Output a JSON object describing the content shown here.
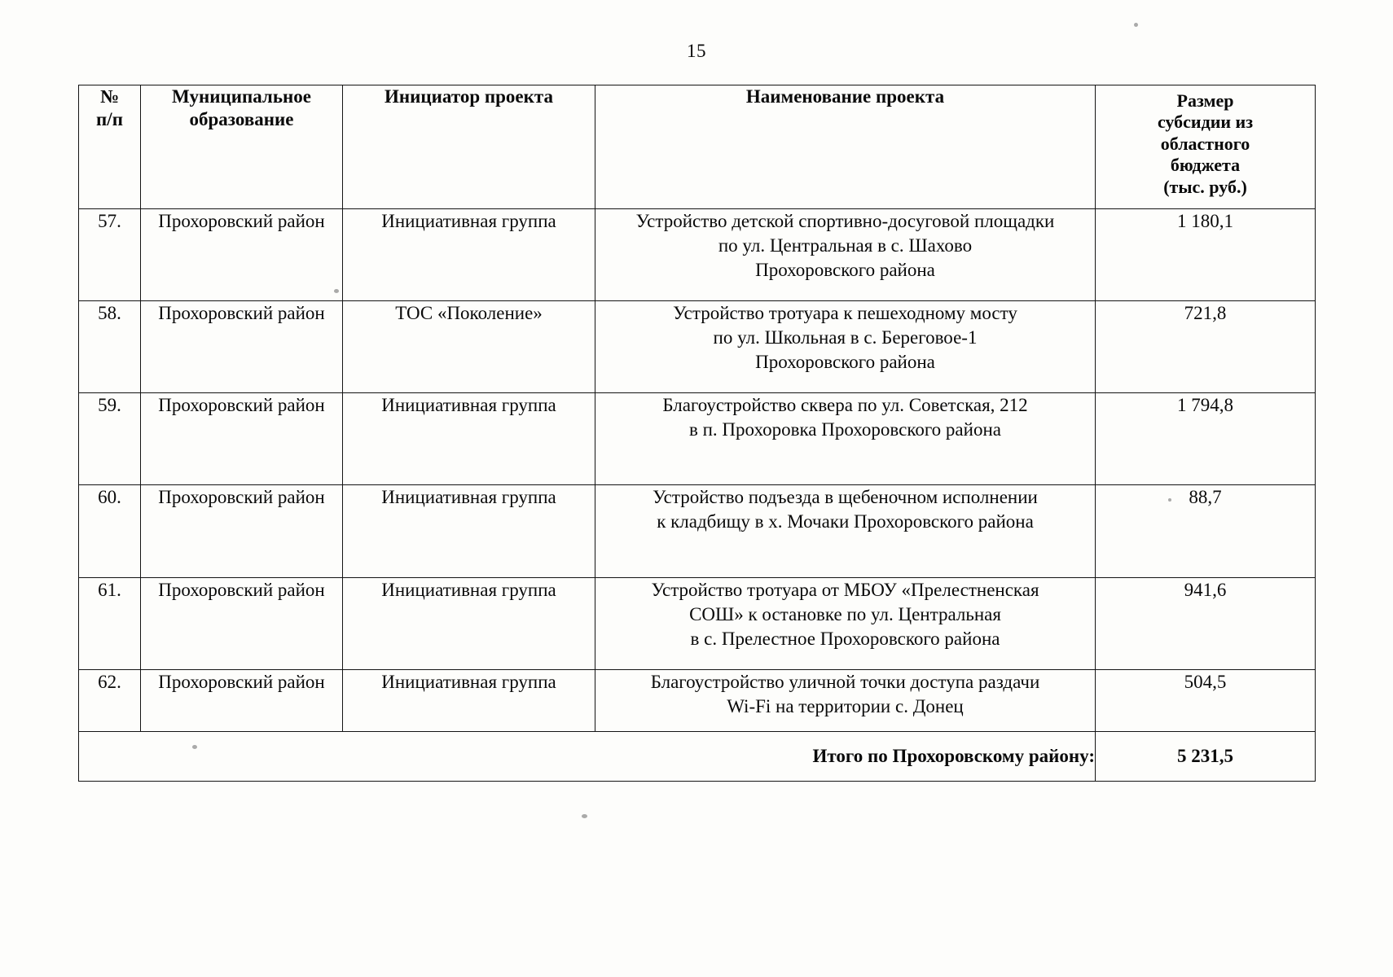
{
  "document": {
    "page_number": "15"
  },
  "table": {
    "headers": {
      "number": "№\nп/п",
      "number_line1": "№",
      "number_line2": "п/п",
      "municipality_line1": "Муниципальное",
      "municipality_line2": "образование",
      "initiator": "Инициатор проекта",
      "project": "Наименование проекта",
      "subsidy_line1": "Размер",
      "subsidy_line2": "субсидии из",
      "subsidy_line3": "областного",
      "subsidy_line4": "бюджета",
      "subsidy_line5": "(тыс. руб.)"
    },
    "rows": [
      {
        "number": "57.",
        "municipality": "Прохоровский район",
        "initiator": "Инициативная группа",
        "project_lines": [
          "Устройство детской спортивно-досуговой площадки",
          "по ул. Центральная в с. Шахово",
          "Прохоровского района"
        ],
        "subsidy": "1 180,1"
      },
      {
        "number": "58.",
        "municipality": "Прохоровский район",
        "initiator": "ТОС «Поколение»",
        "project_lines": [
          "Устройство тротуара к пешеходному мосту",
          "по ул. Школьная в с. Береговое-1",
          "Прохоровского района"
        ],
        "subsidy": "721,8"
      },
      {
        "number": "59.",
        "municipality": "Прохоровский район",
        "initiator": "Инициативная группа",
        "project_lines": [
          "Благоустройство сквера по ул. Советская, 212",
          "в п. Прохоровка Прохоровского района"
        ],
        "subsidy": "1 794,8"
      },
      {
        "number": "60.",
        "municipality": "Прохоровский район",
        "initiator": "Инициативная группа",
        "project_lines": [
          "Устройство подъезда в щебеночном исполнении",
          "к кладбищу в х. Мочаки Прохоровского района"
        ],
        "subsidy": "88,7"
      },
      {
        "number": "61.",
        "municipality": "Прохоровский район",
        "initiator": "Инициативная группа",
        "project_lines": [
          "Устройство тротуара от МБОУ «Прелестненская",
          "СОШ» к остановке по ул. Центральная",
          "в с. Прелестное Прохоровского района"
        ],
        "subsidy": "941,6"
      },
      {
        "number": "62.",
        "municipality": "Прохоровский район",
        "initiator": "Инициативная группа",
        "project_lines": [
          "Благоустройство уличной точки доступа раздачи",
          "Wi-Fi на территории с. Донец"
        ],
        "subsidy": "504,5"
      }
    ],
    "total": {
      "label": "Итого по Прохоровскому району:",
      "value": "5 231,5"
    }
  }
}
